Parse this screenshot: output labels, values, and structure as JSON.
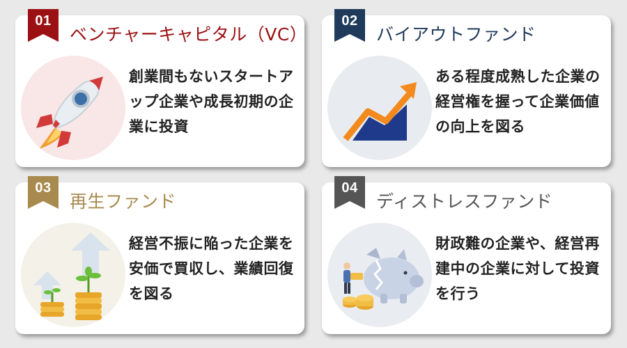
{
  "colors": {
    "background": "#e9e9e9",
    "card": "#ffffff",
    "vc_accent": "#9b1012",
    "buyout_accent": "#1f3a5a",
    "revival_accent": "#a88a4e",
    "distress_accent": "#555555",
    "description_text": "#222222"
  },
  "cards": [
    {
      "number": "01",
      "title": "ベンチャーキャピタル（VC）",
      "description": "創業間もないスタートアップ企業や成長初期の企業に投資",
      "icon": "rocket-icon"
    },
    {
      "number": "02",
      "title": "バイアウトファンド",
      "description": "ある程度成熟した企業の経営権を握って企業価値の向上を図る",
      "icon": "growth-chart-icon"
    },
    {
      "number": "03",
      "title": "再生ファンド",
      "description": "経営不振に陥った企業を安価で買収し、業績回復を図る",
      "icon": "coin-sprout-icon"
    },
    {
      "number": "04",
      "title": "ディストレスファンド",
      "description": "財政難の企業や、経営再建中の企業に対して投資を行う",
      "icon": "broken-piggy-bank-icon"
    }
  ]
}
